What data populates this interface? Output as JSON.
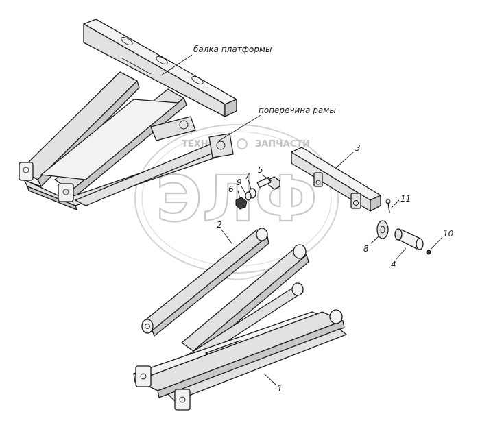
{
  "labels": {
    "platform_beam": "балка платформы",
    "frame_crossmember": "поперечина рамы"
  },
  "callouts": {
    "n1": "1",
    "n2": "2",
    "n3": "3",
    "n4": "4",
    "n5": "5",
    "n6": "6",
    "n7": "7",
    "n8": "8",
    "n9": "9",
    "n10": "10",
    "n11": "11"
  },
  "watermark": {
    "logo": "ЭЛФ",
    "left_text": "ТЕХНО",
    "right_text": "ЗАПЧАСТИ"
  }
}
